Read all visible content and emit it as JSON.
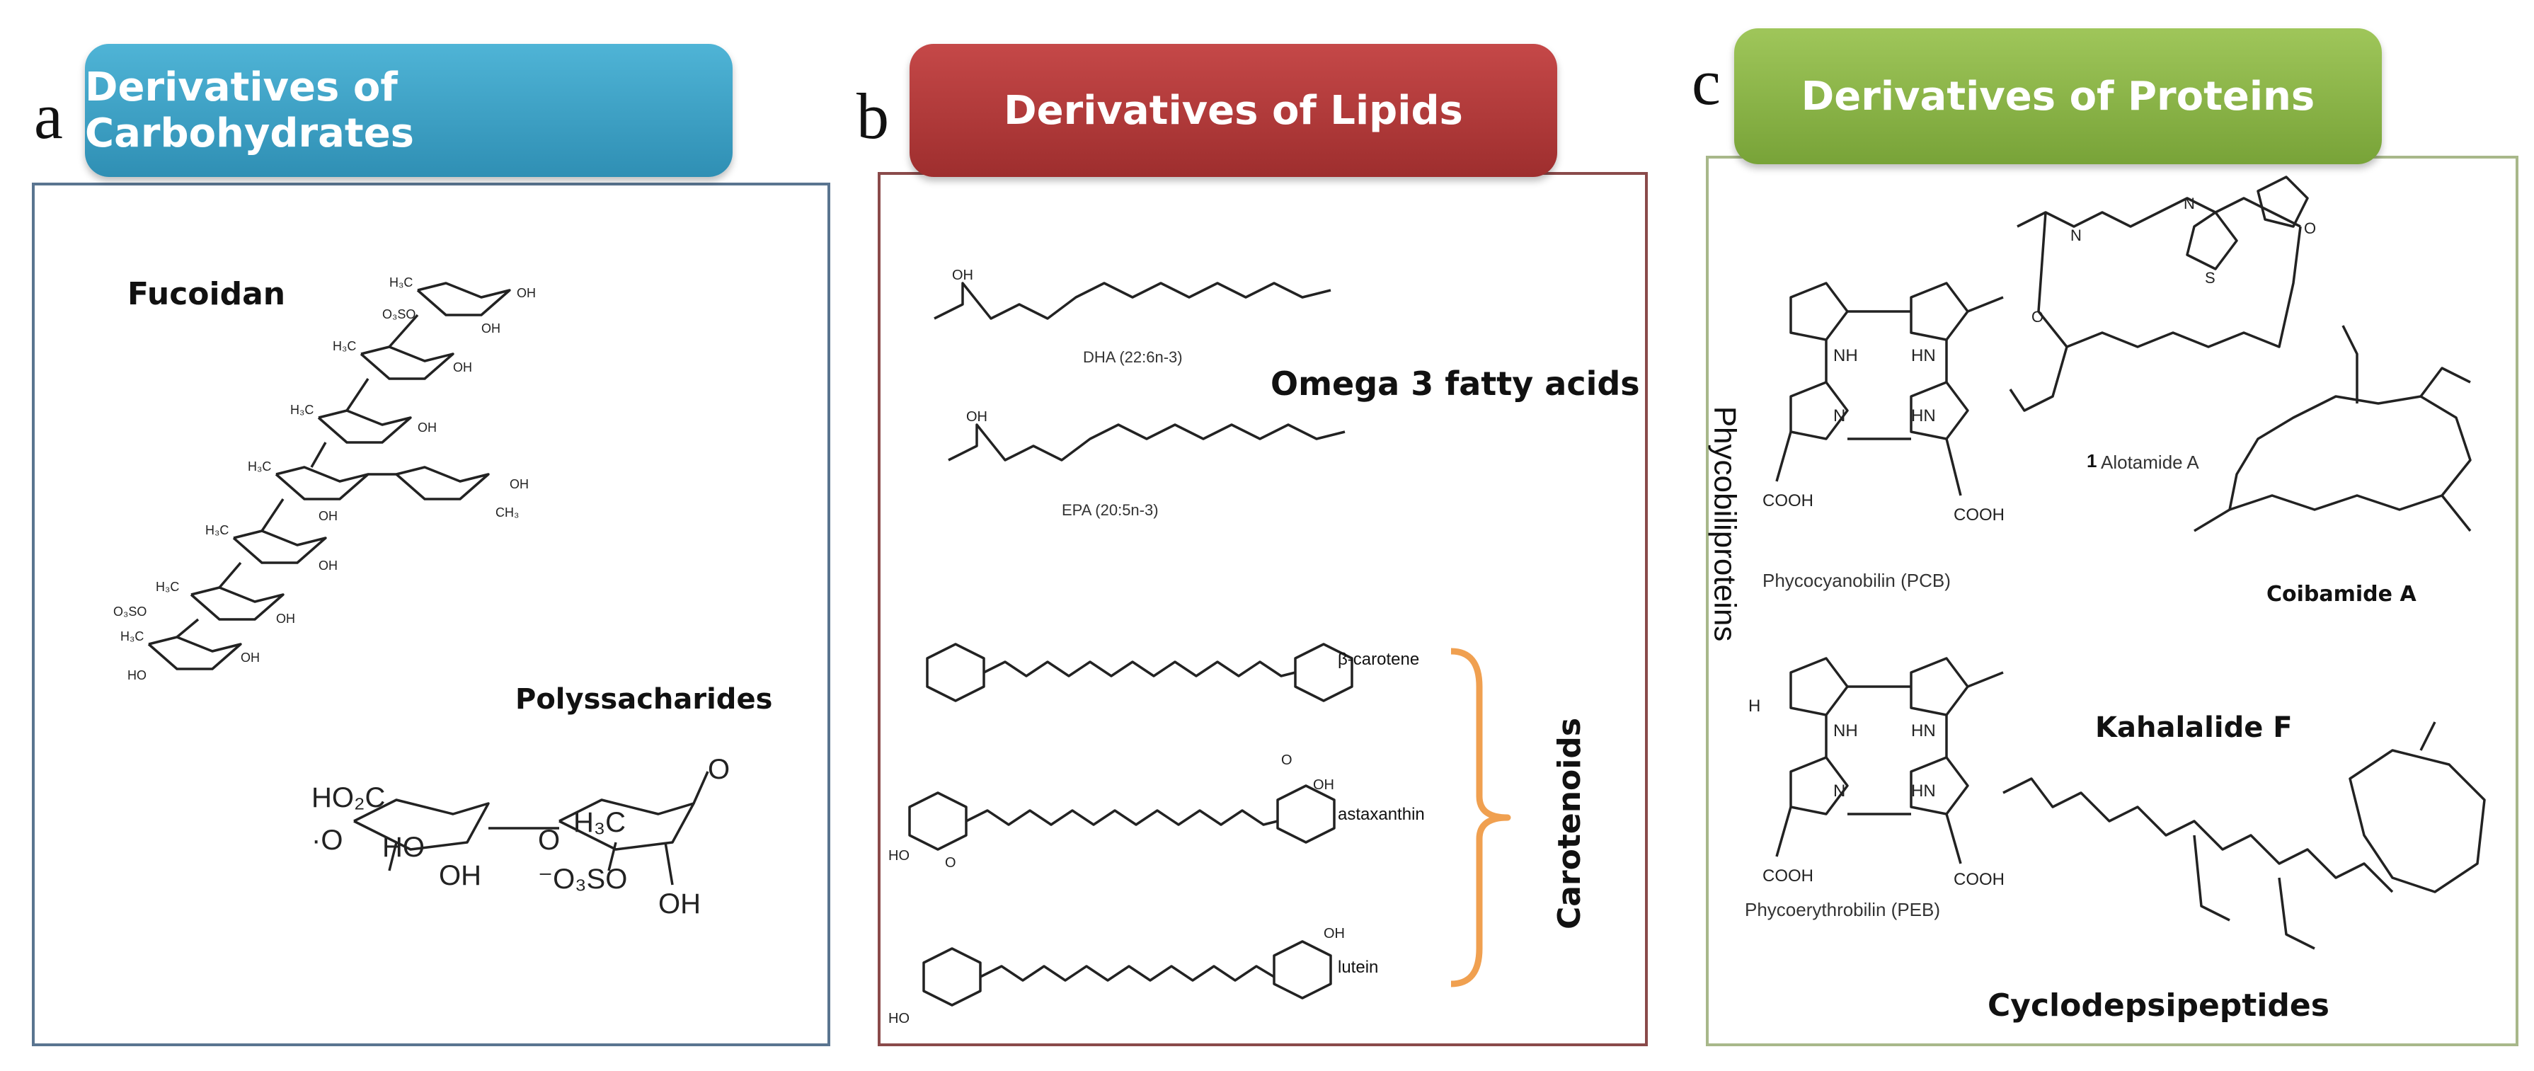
{
  "panels": {
    "a": {
      "letter": "a",
      "header": "Derivatives of Carbohydrates",
      "header_color": "#3a9ec0",
      "border_color": "#5a7590",
      "labels": {
        "fucoidan": "Fucoidan",
        "polysaccharides": "Polyssacharides"
      }
    },
    "b": {
      "letter": "b",
      "header": "Derivatives of Lipids",
      "header_color": "#b23a3a",
      "border_color": "#8a4a4a",
      "labels": {
        "dha": "DHA (22:6n-3)",
        "epa": "EPA (20:5n-3)",
        "omega": "Omega 3 fatty acids",
        "beta_carotene": "β-carotene",
        "astaxanthin": "astaxanthin",
        "lutein": "lutein",
        "carotenoids": "Carotenoids"
      },
      "bracket_color": "#f0a050"
    },
    "c": {
      "letter": "c",
      "header": "Derivatives of Proteins",
      "header_color": "#8fb64a",
      "border_color": "#a8b88a",
      "labels": {
        "phycobiliproteins": "Phycobiliproteins",
        "pcb": "Phycocyanobilin (PCB)",
        "peb": "Phycoerythrobilin (PEB)",
        "alotamide_num": "1",
        "alotamide": "Alotamide A",
        "coibamide": "Coibamide A",
        "kahalalide": "Kahalalide F",
        "cyclodepsipeptides": "Cyclodepsipeptides"
      }
    }
  }
}
